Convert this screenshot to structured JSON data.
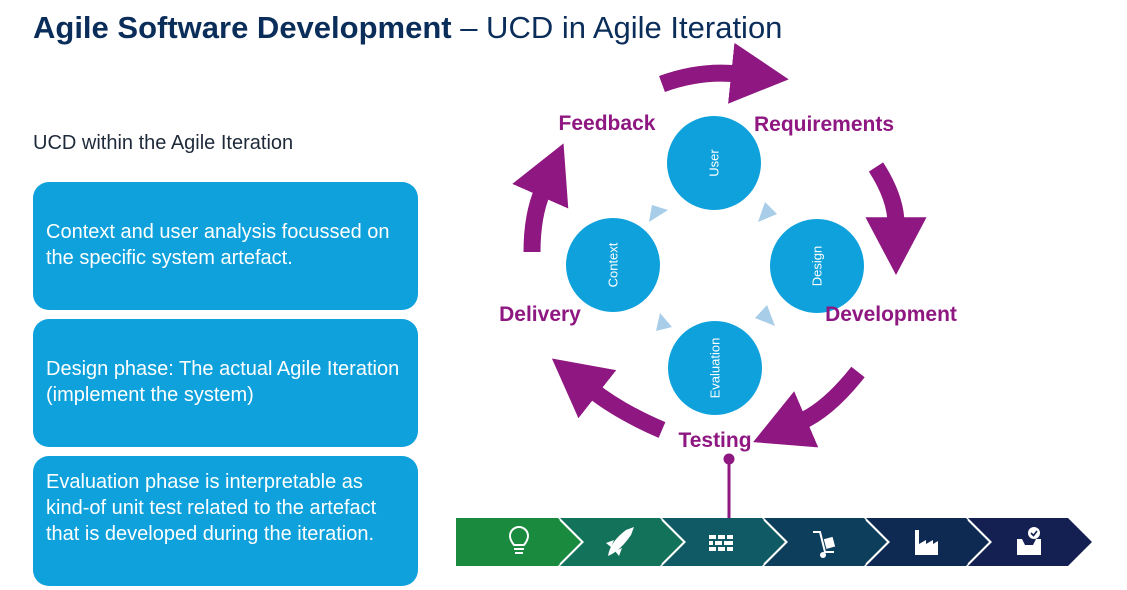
{
  "title": {
    "bold": "Agile Software Development",
    "rest": " – UCD in Agile Iteration"
  },
  "subtitle": "UCD within the Agile Iteration",
  "boxes": [
    {
      "text": "Context and user analysis focussed on the specific system artefact."
    },
    {
      "text": "Design phase: The actual Agile Iteration (implement the system)"
    },
    {
      "text": "Evaluation phase is interpretable as kind-of unit test related to the artefact that is developed during the iteration."
    }
  ],
  "cycle_labels": {
    "feedback": "Feedback",
    "requirements": "Requirements",
    "development": "Development",
    "testing": "Testing",
    "delivery": "Delivery"
  },
  "circles": {
    "user": "User",
    "design": "Design",
    "evaluation": "Evaluation",
    "context": "Context"
  },
  "colors": {
    "title": "#0a2d5a",
    "box": "#0ea1dc",
    "circle": "#0ea1dc",
    "arrow": "#8e1781",
    "small_arrow": "#a8cde9",
    "chevrons": [
      "#1a8a3e",
      "#12735a",
      "#0f5a64",
      "#0d3e5c",
      "#0f2a52",
      "#142052"
    ]
  },
  "process_icons": [
    "lightbulb-icon",
    "rocket-icon",
    "brick-wall-icon",
    "hand-truck-icon",
    "factory-icon",
    "inbox-check-icon"
  ]
}
